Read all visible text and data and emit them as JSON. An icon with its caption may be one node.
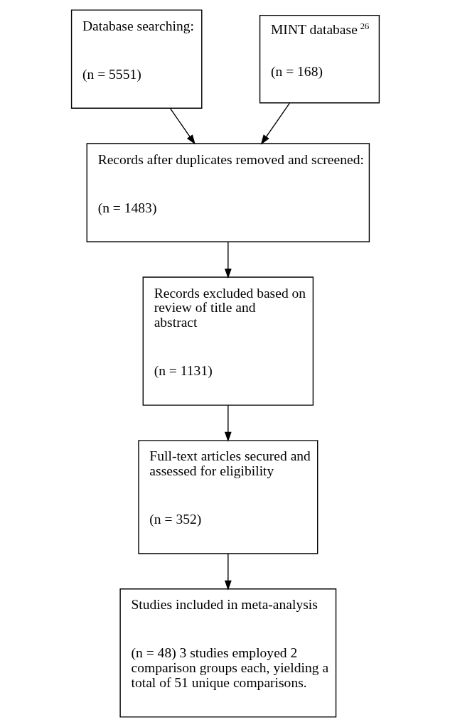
{
  "diagram": {
    "nodes": [
      {
        "text": [
          "Database searching:",
          "(n = 5551)"
        ]
      },
      {
        "text": [
          "MINT database $^{26}$",
          "(n = 168)"
        ]
      },
      {
        "text": [
          "Records after duplicates removed and screened:",
          "(n = 1483)"
        ]
      },
      {
        "text": [
          "Records excluded based on review of title and abstract",
          "(n = 1131)"
        ]
      },
      {
        "text": [
          "Full-text articles secured and assessed for eligibility",
          "(n = 352)"
        ]
      },
      {
        "text": [
          "Studies included in meta-analysis",
          "(n = 48) 3 studies employed 2 comparison groups each, yielding a total of 51 unique comparisons."
        ]
      }
    ],
    "edges": [
      {
        "from": 0,
        "to": 2,
        "arrow": "to"
      },
      {
        "from": 1,
        "to": 2,
        "arrow": "to"
      },
      {
        "from": 2,
        "to": 3,
        "arrow": "to"
      },
      {
        "from": 3,
        "to": 4,
        "arrow": "to"
      },
      {
        "from": 4,
        "to": 5,
        "arrow": "to"
      }
    ]
  }
}
